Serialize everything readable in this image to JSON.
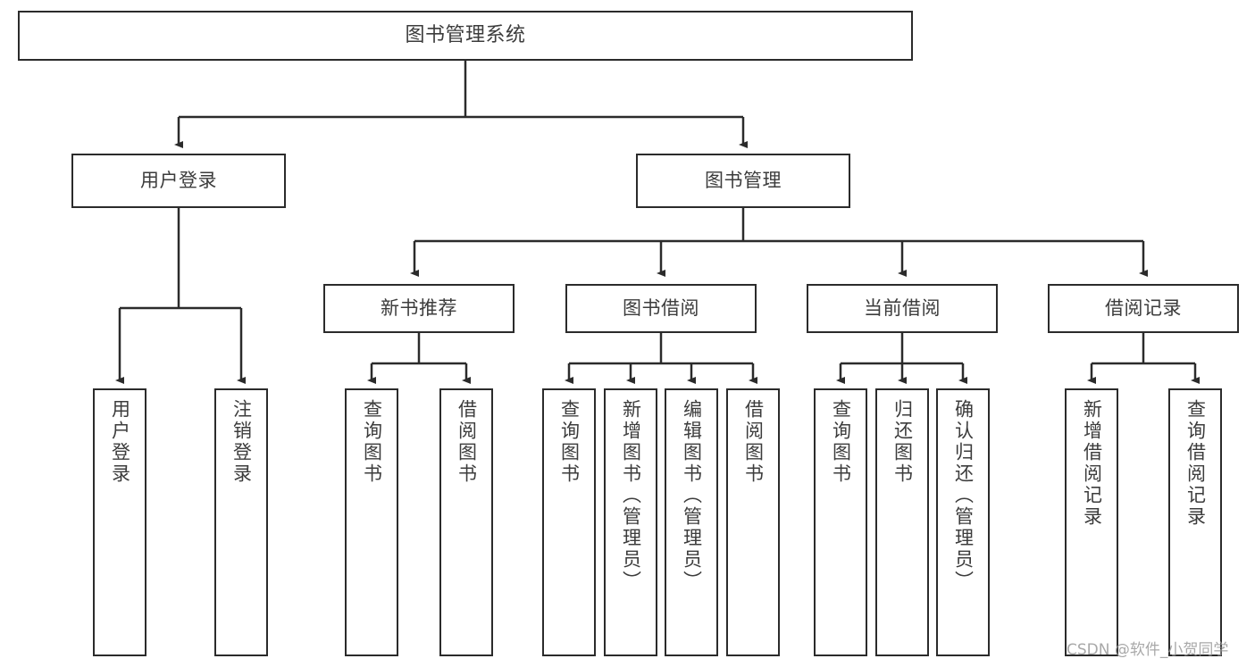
{
  "diagram": {
    "title": "图书管理系统",
    "type": "tree",
    "background_color": "#ffffff",
    "line_color": "#2b2b2b",
    "text_color": "#3c3c3c",
    "nodes": {
      "root": {
        "label": "图书管理系统"
      },
      "level2": [
        {
          "id": "user-login",
          "label": "用户登录"
        },
        {
          "id": "book-manage",
          "label": "图书管理"
        }
      ],
      "level3": [
        {
          "id": "new-book-recommend",
          "label": "新书推荐"
        },
        {
          "id": "book-borrow",
          "label": "图书借阅"
        },
        {
          "id": "current-borrow",
          "label": "当前借阅"
        },
        {
          "id": "borrow-record",
          "label": "借阅记录"
        }
      ],
      "leaves": {
        "user-login": [
          {
            "id": "leaf-user-login",
            "label": "用户登录"
          },
          {
            "id": "leaf-logout",
            "label": "注销登录"
          }
        ],
        "new-book-recommend": [
          {
            "id": "leaf-query-book-1",
            "label": "查询图书"
          },
          {
            "id": "leaf-borrow-book-1",
            "label": "借阅图书"
          }
        ],
        "book-borrow": [
          {
            "id": "leaf-query-book-2",
            "label": "查询图书"
          },
          {
            "id": "leaf-add-book",
            "label": "新增图书（管理员）"
          },
          {
            "id": "leaf-edit-book",
            "label": "编辑图书（管理员）"
          },
          {
            "id": "leaf-borrow-book-2",
            "label": "借阅图书"
          }
        ],
        "current-borrow": [
          {
            "id": "leaf-query-book-3",
            "label": "查询图书"
          },
          {
            "id": "leaf-return-book",
            "label": "归还图书"
          },
          {
            "id": "leaf-confirm-return",
            "label": "确认归还（管理员）"
          }
        ],
        "borrow-record": [
          {
            "id": "leaf-add-record",
            "label": "新增借阅记录"
          },
          {
            "id": "leaf-query-record",
            "label": "查询借阅记录"
          }
        ]
      }
    }
  },
  "watermark": {
    "text": "CSDN @软件_小贺同学"
  }
}
